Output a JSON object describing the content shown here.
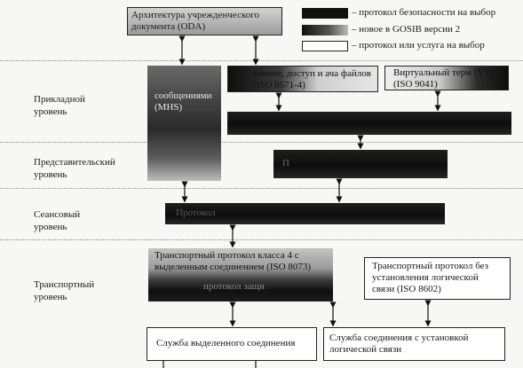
{
  "legend": {
    "security": "– протокол безопасности на выбор",
    "new_gosib": "– новое в GOSIB версии 2",
    "optional": "– протокол или услуга на выбор"
  },
  "layers": {
    "application": "Прикладной уровень",
    "presentation": "Представительский уровень",
    "session": "Сеансовый уровень",
    "transport": "Транспортный уровень"
  },
  "boxes": {
    "oda": "Архитектура учрежденческого документа (ODA)",
    "mhs": "сообщениями (MHS)",
    "ftam": "вление, доступ и ача файлов (ISO 8571-4)",
    "vt": "Виртуальный терм (VT) (ISO 9041)",
    "presentation_proto": "П",
    "session_proto": "Протокол",
    "transport_class4": "Транспортный протокол класса 4 с выделенным соединением (ISO 8073)",
    "transport_sec": "протокол защи",
    "transport_cl": "Транспортный протокол без установления логической связи (ISO 8602)",
    "service_co": "Служба выделенного соединения",
    "service_cl": "Служба соединения с установкой логической связи"
  },
  "colors": {
    "security_fill": "#111111",
    "new_fill": "#aaaaaa",
    "optional_fill": "#ffffff"
  }
}
